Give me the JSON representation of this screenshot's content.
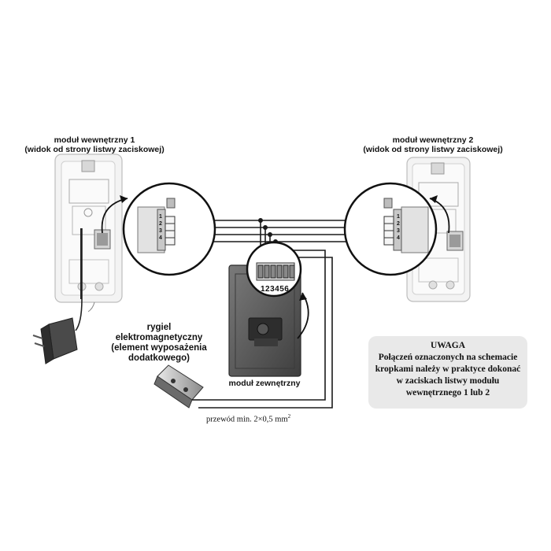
{
  "labels": {
    "inner_module_1": [
      "moduł wewnętrzny 1",
      "(widok od strony listwy zaciskowej)"
    ],
    "inner_module_2": [
      "moduł wewnętrzny 2",
      "(widok od strony listwy zaciskowej)"
    ],
    "bolt": [
      "rygiel",
      "elektromagnetyczny",
      "(element wyposażenia",
      "dodatkowego)"
    ],
    "outer_module": "moduł zewnętrzny",
    "wire": "przewód min. 2×0,5 mm",
    "wire_unit_exp": "2"
  },
  "terminals": {
    "outer_numbers": "123456",
    "inner_numbers": [
      "1",
      "2",
      "3",
      "4"
    ]
  },
  "note": {
    "title": "UWAGA",
    "lines": [
      "Połączeń oznaczonych na schemacie",
      "kropkami należy w praktyce dokonać",
      "w zaciskach listwy modułu",
      "wewnętrznego 1 lub 2"
    ]
  },
  "colors": {
    "wire": "#1a1a1a",
    "device": "#f3f3f3",
    "outer_panel": "#5a5a5a",
    "note_bg": "#e9e9e9"
  }
}
